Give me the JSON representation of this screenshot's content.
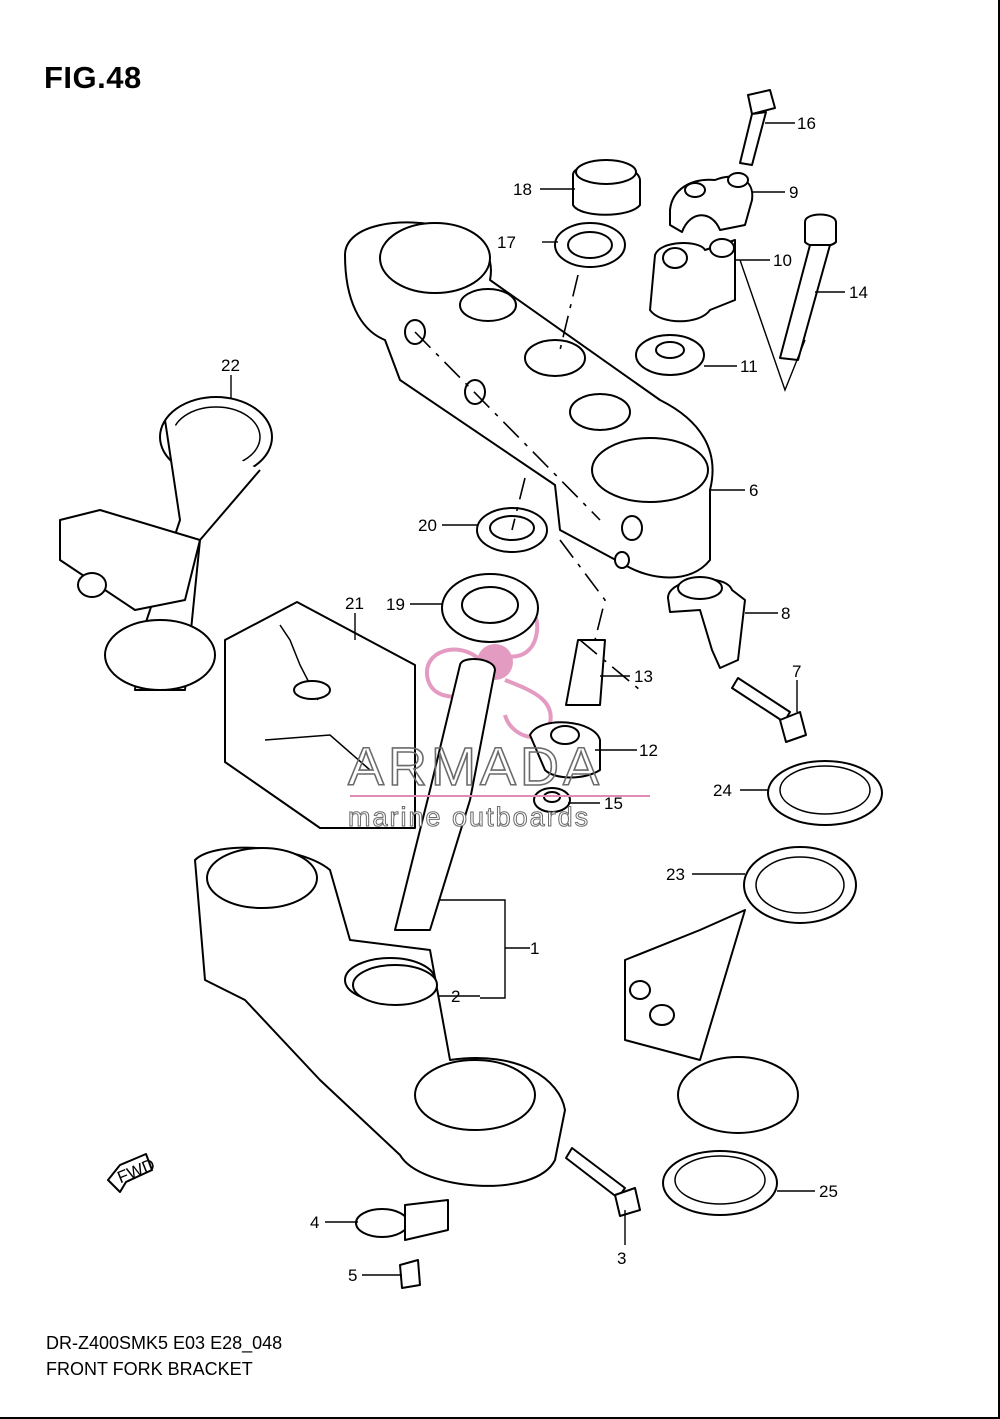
{
  "figure": {
    "title": "FIG.48"
  },
  "footer": {
    "model_code": "DR-Z400SMK5 E03 E28_048",
    "part_name": "FRONT FORK BRACKET"
  },
  "watermark": {
    "brand": "ARMADA",
    "tagline": "marine outboards",
    "logo_color": "#e08ab8"
  },
  "direction_marker": "FWD",
  "callouts": {
    "p1": "1",
    "p2": "2",
    "p3": "3",
    "p4": "4",
    "p5": "5",
    "p6": "6",
    "p7": "7",
    "p8": "8",
    "p9": "9",
    "p10": "10",
    "p11": "11",
    "p12": "12",
    "p13": "13",
    "p14": "14",
    "p15": "15",
    "p16": "16",
    "p17": "17",
    "p18": "18",
    "p19": "19",
    "p20": "20",
    "p21": "21",
    "p22": "22",
    "p23": "23",
    "p24": "24",
    "p25": "25"
  }
}
